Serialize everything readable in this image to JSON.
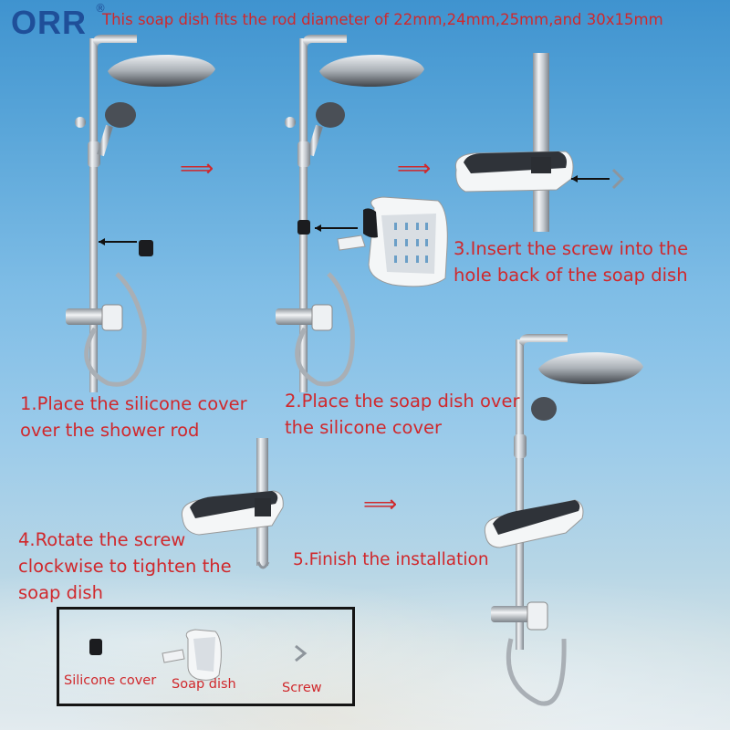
{
  "brand": {
    "logo_text": "ORR",
    "registered_mark": "®"
  },
  "header": {
    "note": "This soap dish fits the rod diameter of 22mm,24mm,25mm,and 30x15mm"
  },
  "steps": [
    {
      "text": "1.Place the silicone cover over the shower rod"
    },
    {
      "text": "2.Place the soap dish over the silicone cover"
    },
    {
      "text": "3.Insert the screw into the hole back of the soap dish"
    },
    {
      "text": "4.Rotate the screw clockwise to tighten the soap dish"
    },
    {
      "text": "5.Finish the installation"
    }
  ],
  "arrow_glyph": "⟹",
  "parts": {
    "silicone_cover": "Silicone cover",
    "soap_dish": "Soap dish",
    "screw": "Screw"
  },
  "colors": {
    "text_red": "#d0282c",
    "logo_blue": "#1f4f99",
    "chrome": "#c9ced4",
    "dish_dark": "#3a3f46"
  }
}
